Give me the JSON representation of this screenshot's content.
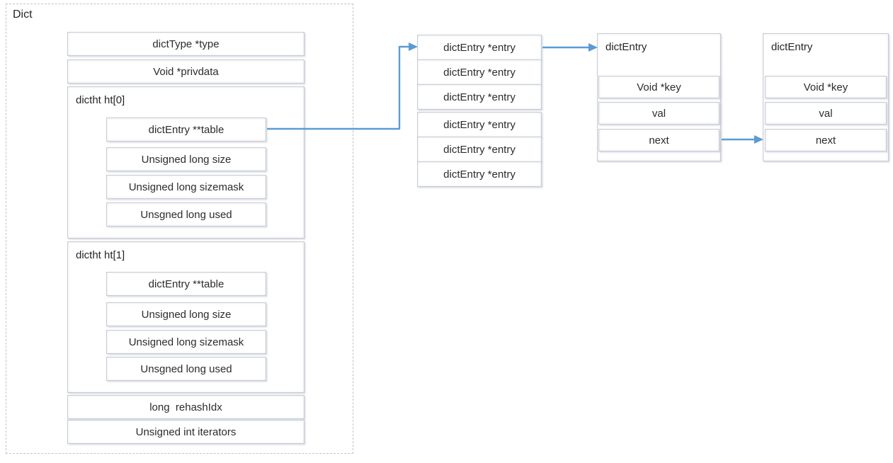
{
  "diagram": {
    "root_label": "Dict",
    "dict_struct": {
      "type_field": "dictType *type",
      "privdata_field": "Void *privdata",
      "ht0": {
        "label": "dictht ht[0]",
        "table": "dictEntry **table",
        "size": "Unsigned long size",
        "sizemask": "Unsigned long sizemask",
        "used": "Unsgned long used"
      },
      "ht1": {
        "label": "dictht ht[1]",
        "table": "dictEntry **table",
        "size": "Unsigned long size",
        "sizemask": "Unsigned long sizemask",
        "used": "Unsgned long used"
      },
      "rehashidx_field": "long  rehashIdx",
      "iterators_field": "Unsigned int iterators"
    },
    "entry_array": {
      "rows": [
        "dictEntry *entry",
        "dictEntry *entry",
        "dictEntry *entry",
        "dictEntry *entry",
        "dictEntry *entry",
        "dictEntry *entry"
      ]
    },
    "entry_nodes": [
      {
        "label": "dictEntry",
        "key": "Void *key",
        "val": "val",
        "next": "next"
      },
      {
        "label": "dictEntry",
        "key": "Void *key",
        "val": "val",
        "next": "next"
      }
    ],
    "colors": {
      "arrow_blue": "#5B9BD5",
      "box_border": "#C7CBD2",
      "dashed_border": "#C3C3C3",
      "text": "#2F2F2F"
    }
  }
}
